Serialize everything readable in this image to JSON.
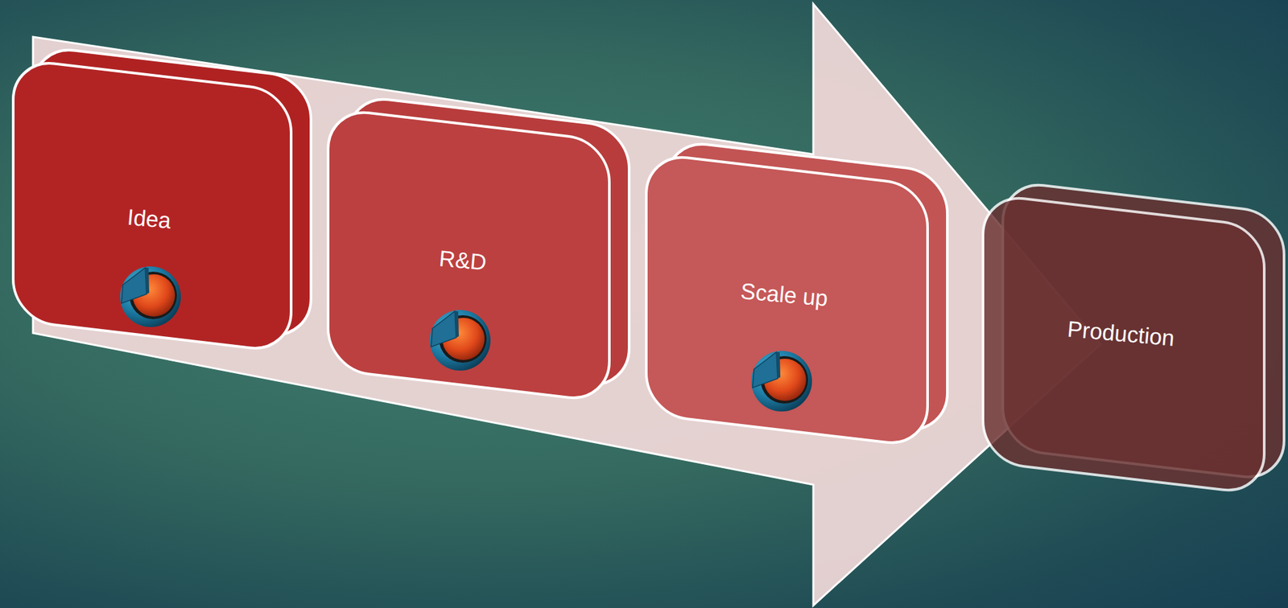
{
  "diagram": {
    "nodes": [
      {
        "text": [
          "Idea"
        ]
      },
      {
        "text": [
          "R&D"
        ]
      },
      {
        "text": [
          "Scale up"
        ]
      },
      {
        "text": [
          "Production"
        ]
      }
    ]
  }
}
